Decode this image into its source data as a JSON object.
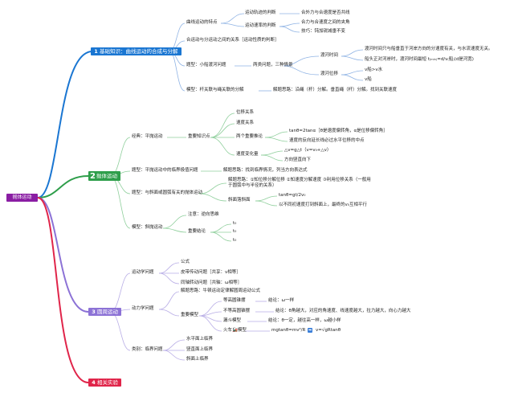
{
  "root": {
    "label": "抛体运动"
  },
  "topics": [
    {
      "num": "1",
      "label": "基础知识：曲线运动的合成与分解",
      "color": "#1a76d2"
    },
    {
      "num": "2",
      "label": "抛体运动",
      "color": "#2e9e4a"
    },
    {
      "num": "3",
      "label": "圆周运动",
      "color": "#8c72d6"
    },
    {
      "num": "4",
      "label": "相关实验",
      "color": "#e0254a"
    }
  ],
  "b1": {
    "curve": "曲线运动的特点",
    "cond": "运动轨迹的判断",
    "cond_a": "合外力与合速度是否共线",
    "trend": "运动速率的判断",
    "trend_a": "合力与合速度之间的夹角",
    "trend_b": "技巧：钝加锐减垂不变",
    "relation": "合运动与分运动之间的关系［运动性质的判断］",
    "boat": "题型：小船渡河问题",
    "boat_a": "两类问题，三种情景",
    "time": "渡河时间",
    "time_a": "渡河时间只与船垂直于河岸方向的分速度有关，与水流速度无关。",
    "time_b": "船头正对河岸时，渡河时间最短 t₍ₘᵢₙ₎=d/v₍船₎(d是河宽)",
    "disp": "渡河位移",
    "disp_a": "v船>v水",
    "disp_b": "v船",
    "rope": "模型：杆关联与绳关联的分解",
    "rope_a": "解题思路：沿绳（杆）分解。垂直绳（杆）分解。找到关联速度"
  },
  "b2": {
    "classic": "经典：平抛运动",
    "key": "重要知识点",
    "k1": "位移关系",
    "k2": "速度关系",
    "inf": "两个重要推论",
    "inf_a": "tanθ=2tanα［θ是速度偏转角，α是位移偏转角］",
    "inf_b": "速度的反向延长线必过水平位移的中点",
    "dv": "速度变化量",
    "dv_a": "△v=g△t（v=v₀+△v）",
    "dv_b": "方向竖直向下",
    "combo": "题型：平抛运动中的临界极值问题",
    "combo_a": "解题思路：找到临界情况，列当方向表达式",
    "slope": "题型：与斜面或圆弧有关的抛体运动",
    "slope_a": "解题思路：①知位移分解位移 ②知速度分解速度 ③利用位移关系（一般用于圆弧中与半径的关系）",
    "incline": "斜面落斜面",
    "incline_a": "tanθ=gt/2v₀",
    "incline_b": "以不同初速度打到斜面上，最终的v₀互相平行",
    "model": "模型：斜抛运动",
    "model_a": "注意：逆向思维",
    "model_b": "重要结论",
    "m1": "t₀",
    "m2": "t₀",
    "m3": "t₀"
  },
  "b3": {
    "kin": "运动学问题",
    "kin_a": "公式",
    "kin_b": "皮带传动问题［共享：v相等］",
    "kin_c": "同轴转动问题［共轴：ω相等］",
    "dyn": "动力学问题",
    "dyn_a": "解题思路：牛顿运动定律解圆周运动公式",
    "imp": "重要模型",
    "cone": "等高圆锥摆",
    "cone_a": "结论：ω一样",
    "cone2": "不等高圆锥摆",
    "cone2_a": "结论：θ角越大，对应的角速度、线速度越大，拉力越大，向心力越大",
    "funnel": "漏斗模型",
    "funnel_a": "结论：θ一定，越往高一样，ω越小样",
    "train": "火车🚂模型",
    "train_a": "mgtanθ=mv²/R",
    "train_b": "v=√gRtanθ",
    "type": "类别：临界问题",
    "type_a": "水平面上临界",
    "type_b": "竖直面上临界",
    "type_c": "斜面上临界"
  }
}
